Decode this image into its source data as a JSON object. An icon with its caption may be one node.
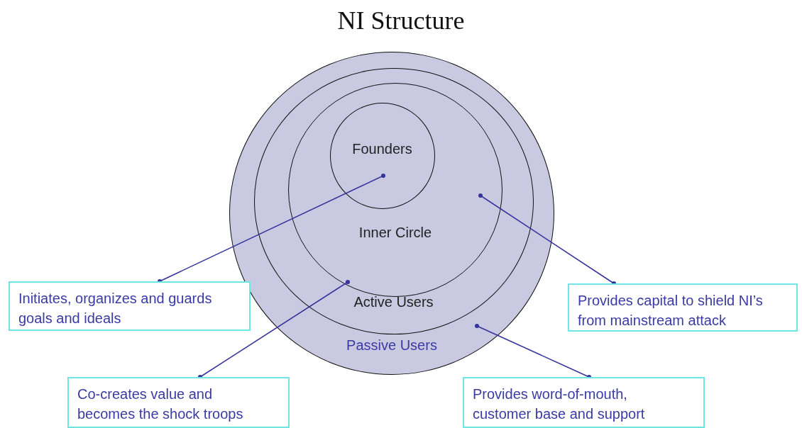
{
  "diagram": {
    "title": "NI Structure",
    "nodes": [
      {
        "text": [
          "Passive Users"
        ]
      },
      {
        "text": [
          "Active Users"
        ],
        "in": 0
      },
      {
        "text": [
          "Inner Circle"
        ],
        "in": 1
      },
      {
        "text": [
          "Founders"
        ],
        "in": 2
      },
      {
        "text": [
          "Initiates, organizes and guards goals and ideals"
        ]
      },
      {
        "text": [
          "Provides capital to shield NI’s from mainstream attack"
        ]
      },
      {
        "text": [
          "Co-creates value and becomes the shock troops"
        ]
      },
      {
        "text": [
          "Provides word-of-mouth, customer base and support"
        ]
      }
    ],
    "edges": [
      {
        "from": 4,
        "to": 3,
        "arrow": "other"
      },
      {
        "from": 5,
        "to": 2,
        "arrow": "other"
      },
      {
        "from": 6,
        "to": 1,
        "arrow": "other"
      },
      {
        "from": 7,
        "to": 0,
        "arrow": "other"
      }
    ]
  }
}
